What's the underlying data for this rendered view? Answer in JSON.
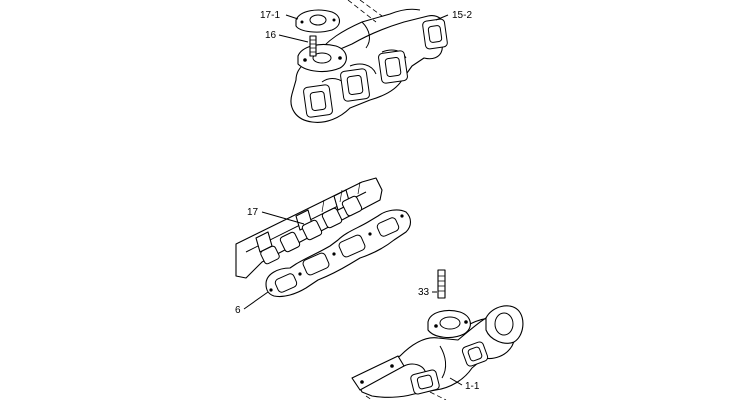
{
  "callouts": {
    "c17_1": "17-1",
    "c16": "16",
    "c15_2": "15-2",
    "c17": "17",
    "c6": "6",
    "c33": "33",
    "c1_1": "1-1"
  }
}
